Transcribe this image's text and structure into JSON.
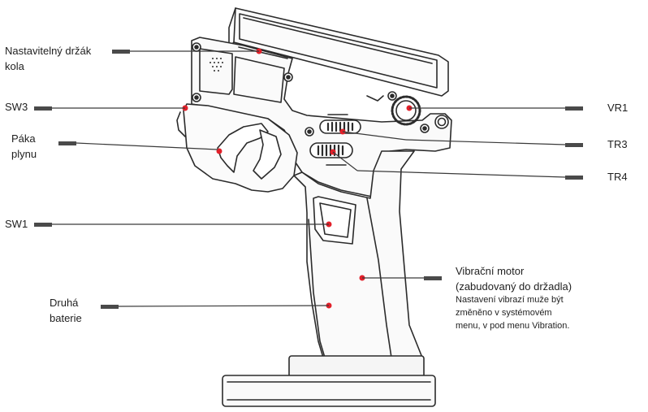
{
  "labels": {
    "wheel_holder_line1": "Nastavitelný držák",
    "wheel_holder_line2": "kola",
    "sw3": "SW3",
    "throttle_line1": "Páka",
    "throttle_line2": "plynu",
    "sw1": "SW1",
    "battery_line1": "Druhá",
    "battery_line2": "baterie",
    "vr1": "VR1",
    "tr3": "TR3",
    "tr4": "TR4",
    "vibration_title_line1": "Vibrační motor",
    "vibration_title_line2": "(zabudovaný do držadla)",
    "vibration_note_line1": "Nastavení vibrazí muže být",
    "vibration_note_line2": "změněno v systémovém",
    "vibration_note_line3": "menu, v pod menu Vibration."
  },
  "colors": {
    "outline": "#2b2b2b",
    "marker": "#e2202a",
    "leader": "#3a3a3a",
    "pointer_block": "#4a4a4a"
  }
}
